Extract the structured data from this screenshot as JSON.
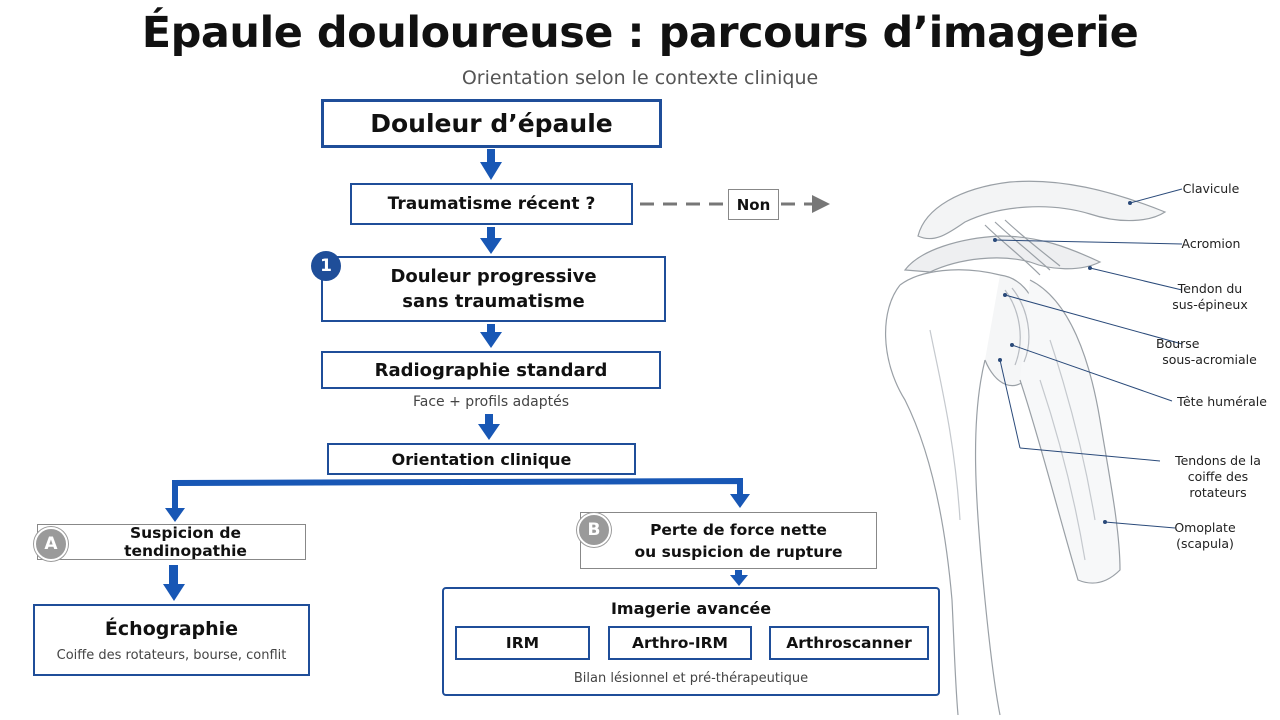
{
  "title": "Épaule douloureuse : parcours d’imagerie",
  "subtitle": "Orientation selon le contexte clinique",
  "nodes": {
    "start": "Douleur d’épaule",
    "trauma": "Traumatisme récent ?",
    "non": "Non",
    "progressive_line1": "Douleur progressive",
    "progressive_line2": "sans traumatisme",
    "radio": "Radiographie standard",
    "radio_caption": "Face + profils adaptés",
    "orientation": "Orientation clinique",
    "a_text": "Suspicion de tendinopathie",
    "echo_title": "Échographie",
    "echo_caption": "Coiffe des rotateurs, bourse, conflit",
    "b_line1": "Perte de force nette",
    "b_line2": "ou suspicion de rupture",
    "advanced_title": "Imagerie avancée",
    "irm": "IRM",
    "arthro_irm": "Arthro-IRM",
    "arthroscanner": "Arthroscanner",
    "advanced_caption": "Bilan lésionnel et pré-thérapeutique"
  },
  "badges": {
    "step1": "1",
    "a": "A",
    "b": "B"
  },
  "anatomy_labels": {
    "clavicule": "Clavicule",
    "acromion": "Acromion",
    "tendon_line1": "Tendon du",
    "tendon_line2": "sus-épineux",
    "bourse_line1": "Bourse",
    "bourse_line2": "sous-acromiale",
    "tete": "Tête humérale",
    "coiffe_line1": "Tendons de la",
    "coiffe_line2": "coiffe des rotateurs",
    "omoplate_line1": "Omoplate",
    "omoplate_line2": "(scapula)"
  },
  "colors": {
    "primary": "#1f4e99",
    "arrow": "#1857b5",
    "grey": "#777777",
    "badge_blue": "#1f4e99",
    "badge_grey": "#9a9a9a"
  }
}
